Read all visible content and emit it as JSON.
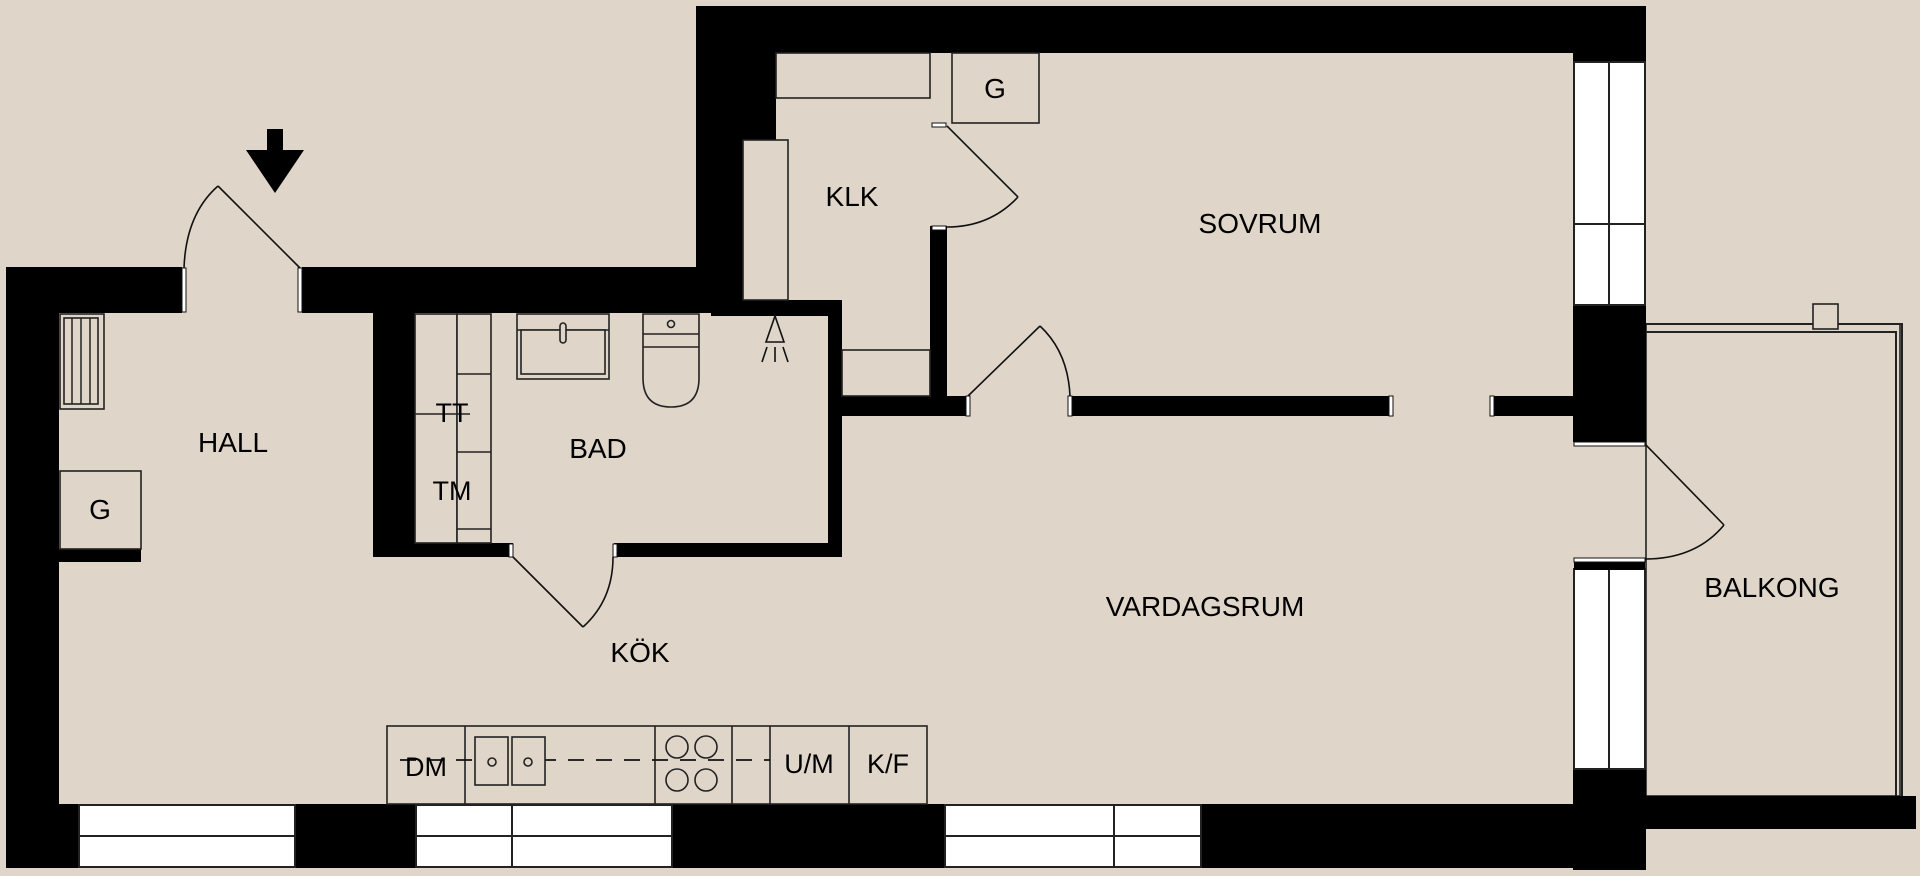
{
  "plan": {
    "background_color": "#dfd5c9",
    "wall_color": "#000000",
    "window_color": "#ffffff",
    "entrance_marker": "arrow-down-icon",
    "rooms": [
      {
        "id": "hall",
        "label": "HALL"
      },
      {
        "id": "bad",
        "label": "BAD"
      },
      {
        "id": "klk",
        "label": "KLK"
      },
      {
        "id": "sovrum",
        "label": "SOVRUM"
      },
      {
        "id": "vardagsrum",
        "label": "VARDAGSRUM"
      },
      {
        "id": "kok",
        "label": "KÖK"
      },
      {
        "id": "balkong",
        "label": "BALKONG"
      }
    ],
    "fixtures": {
      "hall_wardrobe": "G",
      "sovrum_wardrobe": "G",
      "bad_dryer": "TT",
      "bad_washer": "TM",
      "kitchen_dishwasher": "DM",
      "kitchen_oven_micro": "U/M",
      "kitchen_fridge_freezer": "K/F"
    }
  }
}
